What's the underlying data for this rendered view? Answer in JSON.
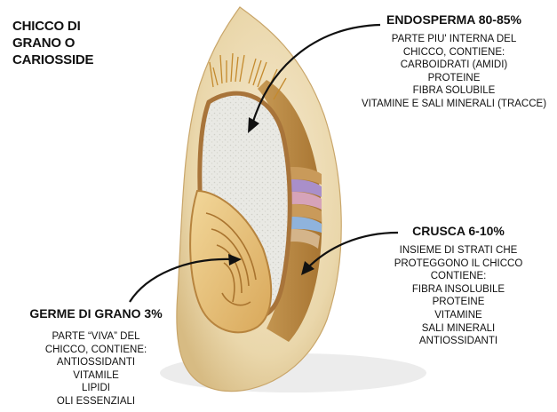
{
  "title": [
    "CHICCO DI",
    "GRANO O",
    "CARIOSSIDE"
  ],
  "endosperma": {
    "heading": "ENDOSPERMA 80-85%",
    "lines": [
      "PARTE PIU' INTERNA DEL",
      "CHICCO, CONTIENE:",
      "CARBOIDRATI (AMIDI)",
      "PROTEINE",
      "FIBRA SOLUBILE",
      "VITAMINE E SALI MINERALI (TRACCE)"
    ]
  },
  "crusca": {
    "heading": "CRUSCA 6-10%",
    "lines": [
      "INSIEME DI STRATI CHE",
      "PROTEGGONO IL CHICCO",
      "CONTIENE:",
      "FIBRA INSOLUBILE",
      "PROTEINE",
      "VITAMINE",
      "SALI MINERALI",
      "ANTIOSSIDANTI"
    ]
  },
  "germe": {
    "heading": "GERME DI GRANO 3%",
    "lines": [
      "PARTE “VIVA” DEL",
      "CHICCO, CONTIENE:",
      "ANTIOSSIDANTI",
      "VITAMILE",
      "LIPIDI",
      "OLI ESSENZIALI"
    ]
  },
  "colors": {
    "husk": "#ead7ab",
    "endosperm": "#e7e7e2",
    "germ": "#e8c57f",
    "bran_purple": "#a98fca",
    "bran_pink": "#d6a3b9",
    "bran_blue": "#8fb3dc",
    "arrow": "#111111"
  }
}
